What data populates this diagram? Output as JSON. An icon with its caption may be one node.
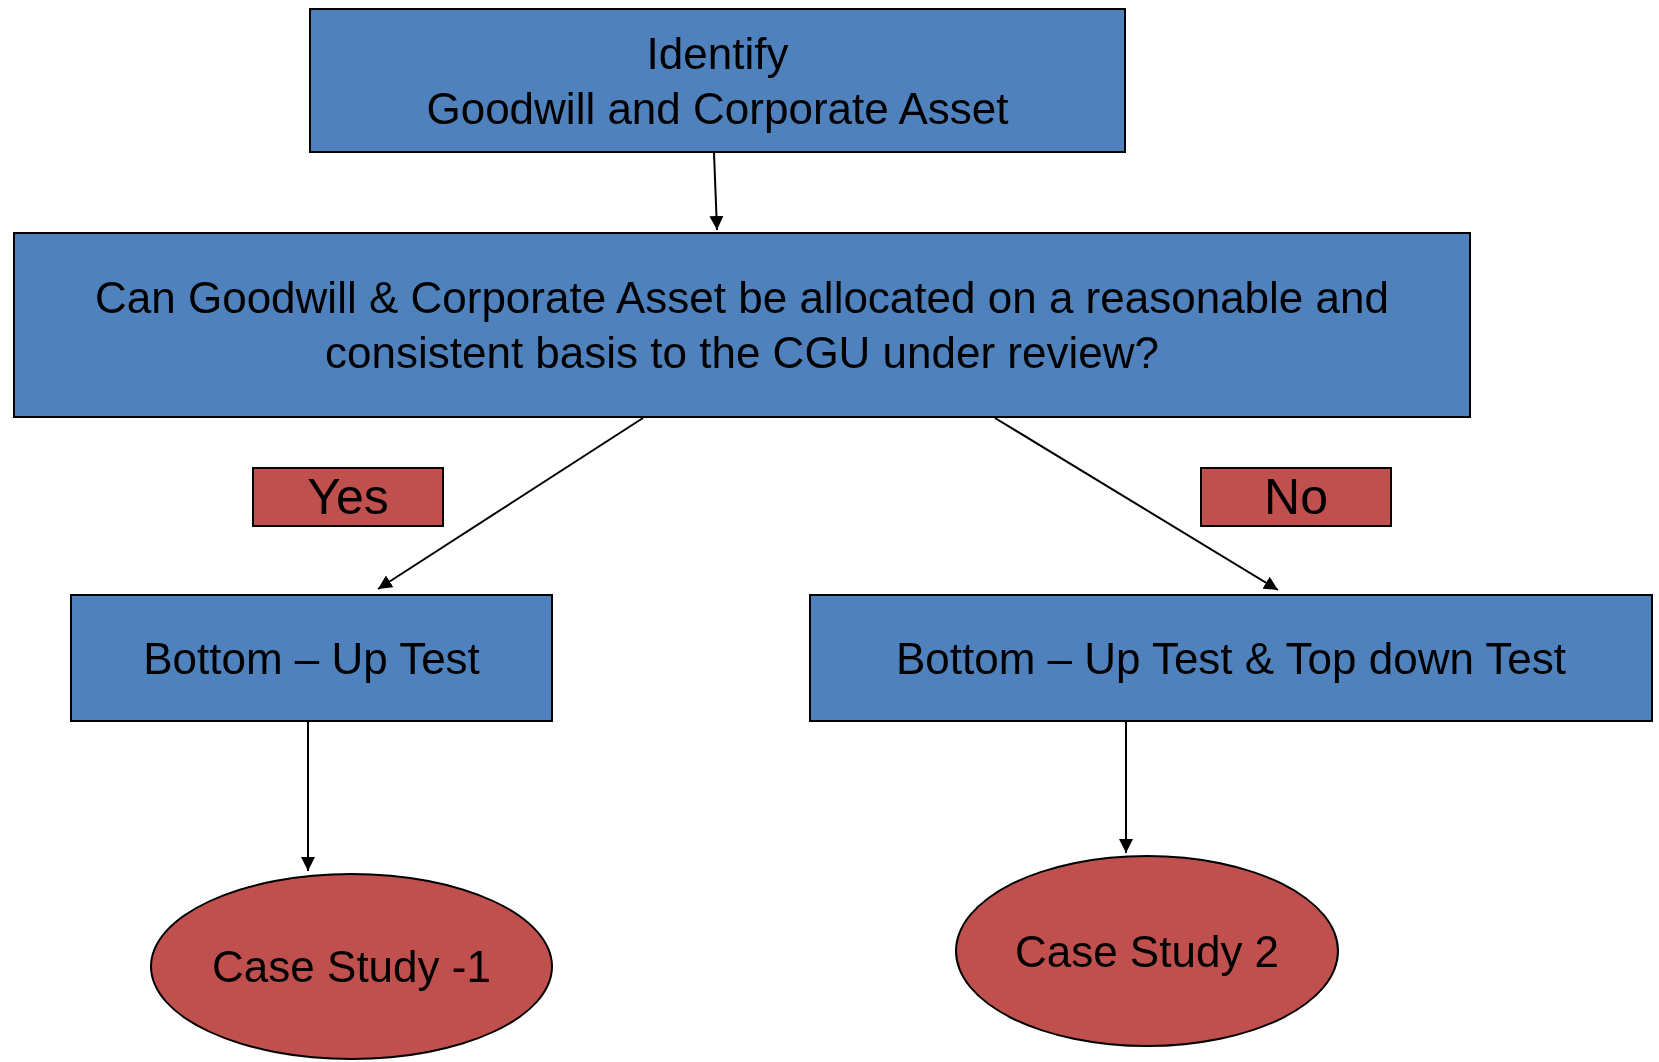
{
  "diagram": {
    "nodes": [
      {
        "text": [
          "Identify",
          "Goodwill and Corporate Asset"
        ]
      },
      {
        "text": [
          "Can Goodwill & Corporate Asset be allocated on a reasonable and consistent basis to the CGU under review?"
        ]
      },
      {
        "text": [
          "Yes"
        ]
      },
      {
        "text": [
          "No"
        ]
      },
      {
        "text": [
          "Bottom – Up Test"
        ]
      },
      {
        "text": [
          "Bottom – Up Test & Top down Test"
        ]
      },
      {
        "text": [
          "Case Study -1"
        ]
      },
      {
        "text": [
          "Case Study 2"
        ]
      }
    ],
    "edges": [
      {
        "from": 0,
        "to": 1,
        "arrow": "to"
      },
      {
        "from": 1,
        "to": 4,
        "arrow": "to"
      },
      {
        "from": 1,
        "to": 5,
        "arrow": "to"
      },
      {
        "from": 4,
        "to": 6,
        "arrow": "to"
      },
      {
        "from": 5,
        "to": 7,
        "arrow": "to"
      }
    ]
  }
}
